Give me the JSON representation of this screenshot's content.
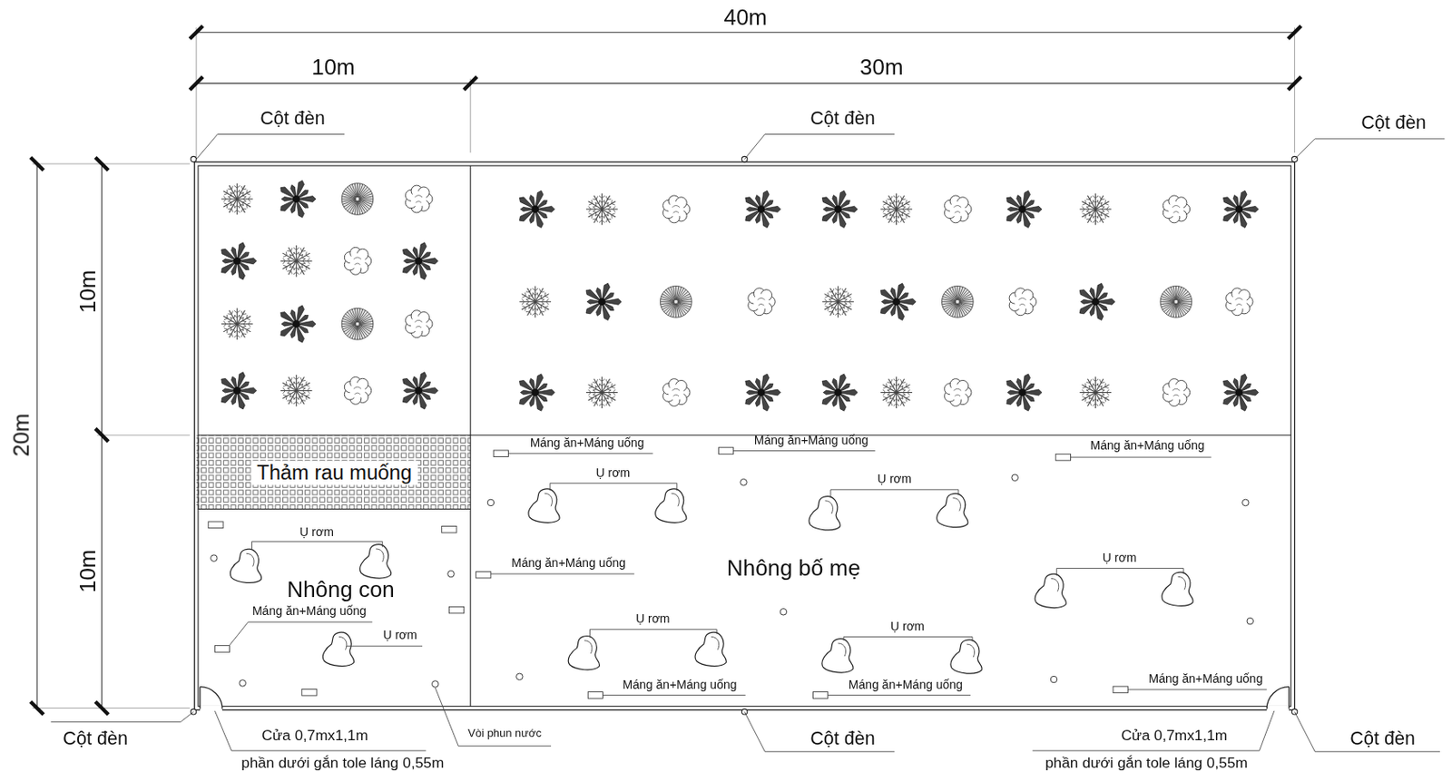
{
  "diagram": {
    "nodes": [
      {
        "text": [
          "Thảm rau muống"
        ]
      },
      {
        "text": [
          "Nhông con"
        ]
      },
      {
        "text": [
          "Nhông bố mẹ"
        ]
      }
    ],
    "labels": [
      "40m",
      "10m",
      "30m",
      "20m",
      "10m",
      "10m",
      "Cột đèn",
      "Cột đèn",
      "Cột đèn",
      "Máng ăn+Máng uống",
      "Máng ăn+Máng uống",
      "Máng ăn+Máng uống",
      "Ụ rơm",
      "Ụ rơm",
      "Máng ăn+Máng uống",
      "Ụ rơm",
      "Ụ rơm",
      "Máng ăn+Máng uống",
      "Ụ rơm",
      "Ụ rơm",
      "Ụ rơm",
      "Máng ăn+Máng uống",
      "Máng ăn+Máng uống",
      "Máng ăn+Máng uống",
      "Cột đèn",
      "Cửa 0,7mx1,1m",
      "Vòi phun nước",
      "Cột đèn",
      "Cửa 0,7mx1,1m",
      "Cột đèn",
      "phần dưới gắn tole láng 0,55m",
      "phần dưới gắn tole láng 0,55m"
    ]
  }
}
